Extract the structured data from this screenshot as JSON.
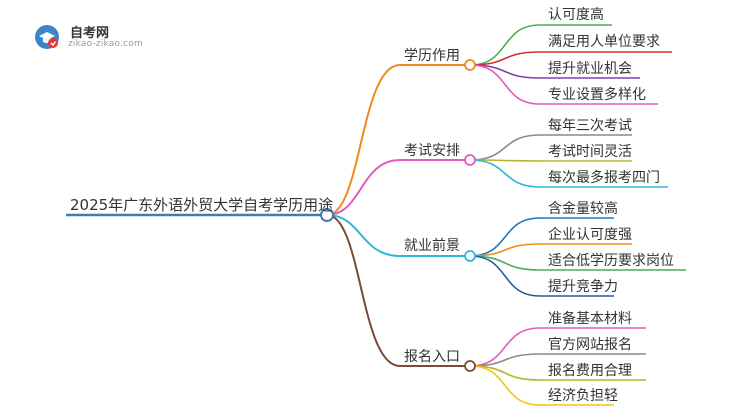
{
  "logo": {
    "name": "自考网",
    "url": "zikao-zikao.com"
  },
  "root": {
    "label": "2025年广东外语外贸大学自考学历用途",
    "color": "#3d7fb5"
  },
  "branches": [
    {
      "label": "学历作用",
      "color": "#f08a1c",
      "children": [
        {
          "label": "认可度高",
          "color": "#4caf50"
        },
        {
          "label": "满足用人单位要求",
          "color": "#d32f2f"
        },
        {
          "label": "提升就业机会",
          "color": "#7b3fb3"
        },
        {
          "label": "专业设置多样化",
          "color": "#e35bbf"
        }
      ]
    },
    {
      "label": "考试安排",
      "color": "#e35bbf",
      "children": [
        {
          "label": "每年三次考试",
          "color": "#8a8a8a"
        },
        {
          "label": "考试时间灵活",
          "color": "#b5b52a"
        },
        {
          "label": "每次最多报考四门",
          "color": "#2bb8d8"
        }
      ]
    },
    {
      "label": "就业前景",
      "color": "#2bb8d8",
      "children": [
        {
          "label": "含金量较高",
          "color": "#1a7ac0"
        },
        {
          "label": "企业认可度强",
          "color": "#f08a1c"
        },
        {
          "label": "适合低学历要求岗位",
          "color": "#4caf50"
        },
        {
          "label": "提升竞争力",
          "color": "#1f5f9e"
        }
      ]
    },
    {
      "label": "报名入口",
      "color": "#7a4a3a",
      "children": [
        {
          "label": "准备基本材料",
          "color": "#e35bbf"
        },
        {
          "label": "官方网站报名",
          "color": "#8a8a8a"
        },
        {
          "label": "报名费用合理",
          "color": "#b5b52a"
        },
        {
          "label": "经济负担轻",
          "color": "#f0c419"
        }
      ]
    }
  ]
}
